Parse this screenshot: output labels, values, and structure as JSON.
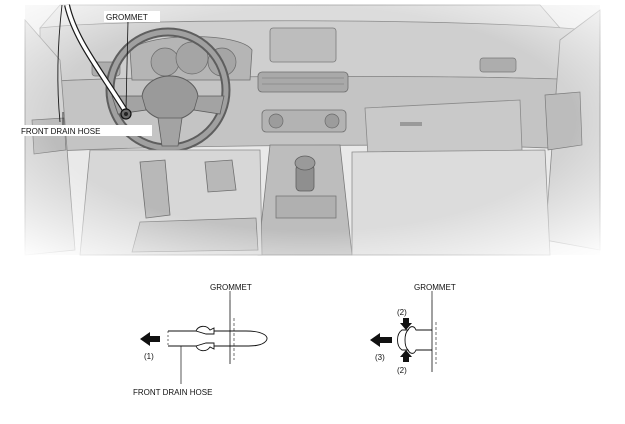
{
  "top_figure": {
    "labels": {
      "grommet": "GROMMET",
      "front_drain_hose": "FRONT DRAIN HOSE"
    }
  },
  "detail_left": {
    "grommet": "GROMMET",
    "front_drain_hose": "FRONT DRAIN HOSE",
    "step_1": "(1)"
  },
  "detail_right": {
    "grommet": "GROMMET",
    "step_2_top": "(2)",
    "step_2_bottom": "(2)",
    "step_3": "(3)"
  }
}
